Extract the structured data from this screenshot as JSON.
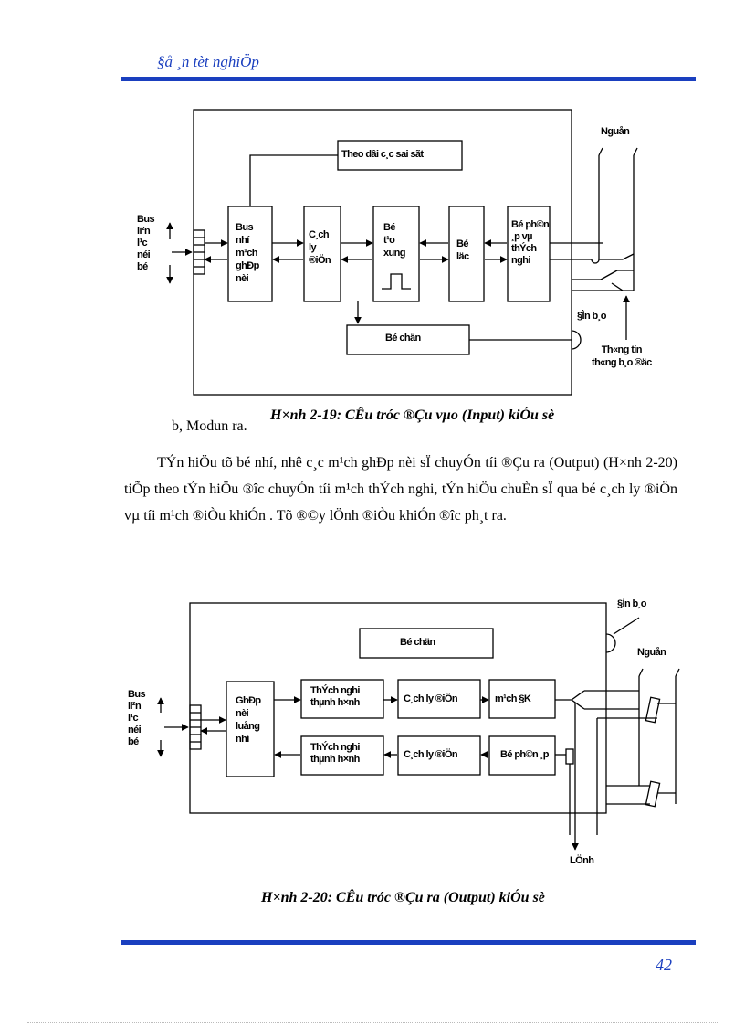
{
  "header": {
    "title": "§å ¸n tèt nghiÖp"
  },
  "figure1": {
    "labels": {
      "bus_left": [
        "Bus",
        "li²n",
        "l¹c",
        "néi",
        "bé"
      ],
      "monitor": "Theo dâi c¸c sai sãt",
      "bus_mux": [
        "Bus",
        "nhí",
        "m¹ch",
        "ghÐp",
        "nèi"
      ],
      "isolation": [
        "C¸ch",
        "ly",
        "®iÖn"
      ],
      "pulse": [
        "Bé",
        "t¹o",
        "xung"
      ],
      "filter": [
        "Bé",
        "läc"
      ],
      "adapter": [
        "Bé ph©n",
        "¸p vµ",
        "thÝch",
        "nghi"
      ],
      "selector": "Bé chän",
      "power": "Nguån",
      "indicator": "§Ìn b¸o",
      "info": [
        "Th«ng tin",
        "th«ng b¸o ®äc"
      ]
    },
    "caption": "H×nh 2-19: CÊu tróc ®Çu vµo (Input) kiÓu sè"
  },
  "subheading": "b, Modun ra.",
  "paragraph": "TÝn hiÖu tõ bé nhí, nhê c¸c m¹ch ghÐp nèi sÏ chuyÓn tíi ®Çu ra (Output) (H×nh 2-20) tiÕp theo tÝn hiÖu ®­îc chuyÓn tíi m¹ch thÝch nghi, tÝn hiÖu chuÈn sÏ qua bé c¸ch ly ®iÖn vµ tíi m¹ch ®iÒu khiÓn . Tõ ®©y lÖnh ®iÒu khiÓn ®­îc ph¸t ra.",
  "figure2": {
    "labels": {
      "bus_left": [
        "Bus",
        "li²n",
        "l¹c",
        "néi",
        "bé"
      ],
      "selector": "Bé chän",
      "indicator": "§Ìn b¸o",
      "power": "Nguån",
      "mux": [
        "GhÐp",
        "nèi",
        "luång",
        "nhí"
      ],
      "adapt1": [
        "ThÝch nghi",
        "thµnh h×nh"
      ],
      "adapt2": [
        "ThÝch nghi",
        "thµnh h×nh"
      ],
      "iso1": "C¸ch ly ®iÖn",
      "iso2": "C¸ch ly ®iÖn",
      "control": "m¹ch §K",
      "adapter": "Bé ph©n ¸p",
      "cmd": "LÖnh"
    },
    "caption": "H×nh 2-20: CÊu tróc ®Çu ra (Output) kiÓu sè"
  },
  "page_number": "42"
}
